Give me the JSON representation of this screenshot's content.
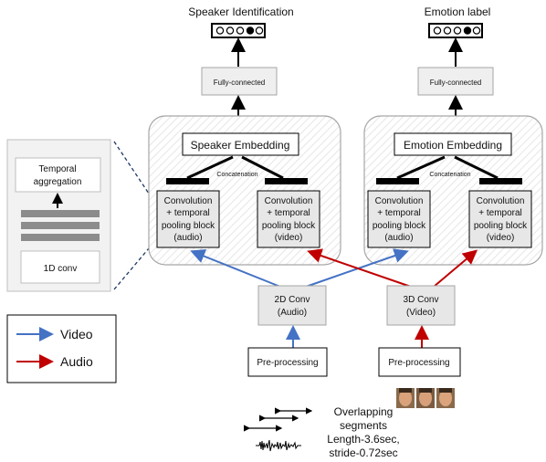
{
  "speaker": {
    "output_title": "Speaker Identification",
    "fc_label": "Fully-connected",
    "embedding_label": "Speaker Embedding",
    "concat_label": "Concatenation",
    "block_audio": [
      "Convolution",
      "+ temporal",
      "pooling block",
      "(audio)"
    ],
    "block_video": [
      "Convolution",
      "+ temporal",
      "pooling block",
      "(video)"
    ]
  },
  "emotion": {
    "output_title": "Emotion label",
    "fc_label": "Fully-connected",
    "embedding_label": "Emotion Embedding",
    "concat_label": "Concatenation",
    "block_audio": [
      "Convolution",
      "+ temporal",
      "pooling block",
      "(audio)"
    ],
    "block_video": [
      "Convolution",
      "+ temporal",
      "pooling block",
      "(video)"
    ]
  },
  "detail": {
    "temporal_label": [
      "Temporal",
      "aggregation"
    ],
    "conv_label": "1D conv"
  },
  "frontends": {
    "conv2d": [
      "2D Conv",
      "(Audio)"
    ],
    "conv3d": [
      "3D Conv",
      "(Video)"
    ],
    "preprocess_left": "Pre-processing",
    "preprocess_right": "Pre-processing"
  },
  "legend": {
    "video_label": "Video",
    "audio_label": "Audio",
    "video_color": "#4472c4",
    "audio_color": "#c00000"
  },
  "segments_note": [
    "Overlapping",
    "segments",
    "Length-3.6sec,",
    "stride-0.72sec"
  ]
}
